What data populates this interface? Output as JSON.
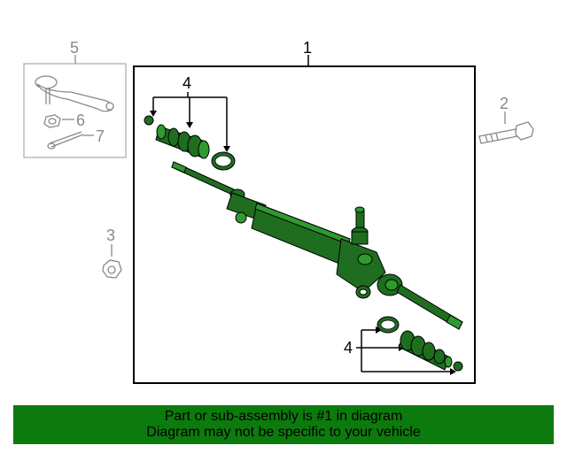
{
  "callouts": {
    "c1": "1",
    "c2": "2",
    "c3": "3",
    "c4_top": "4",
    "c4_bottom": "4",
    "c5": "5",
    "c6": "6",
    "c7": "7"
  },
  "banner": {
    "line1": "Part or sub-assembly is #1 in diagram",
    "line2": "Diagram may not be specific to your vehicle"
  },
  "colors": {
    "part_green": "#1f6e1f",
    "part_light": "#2f9a2f",
    "banner_bg": "#0d7a0d",
    "line_gray": "#9a9a9a"
  }
}
